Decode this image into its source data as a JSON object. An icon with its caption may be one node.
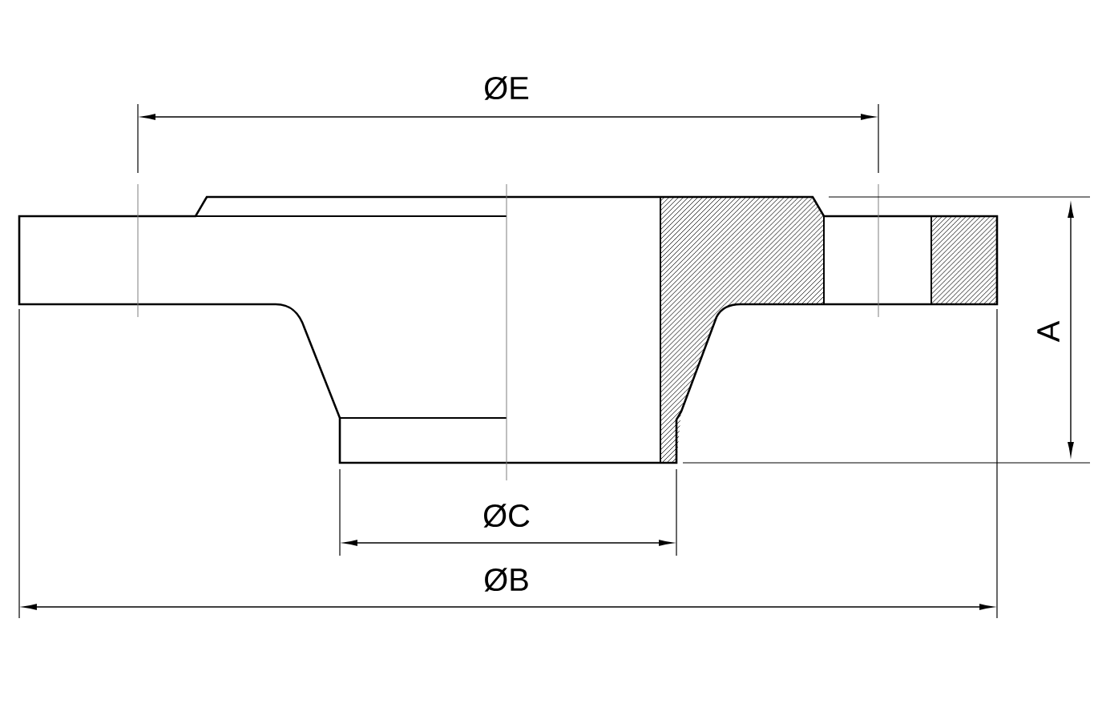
{
  "diagram": {
    "labels": [
      "ØE",
      "ØC",
      "ØB",
      "A"
    ]
  }
}
